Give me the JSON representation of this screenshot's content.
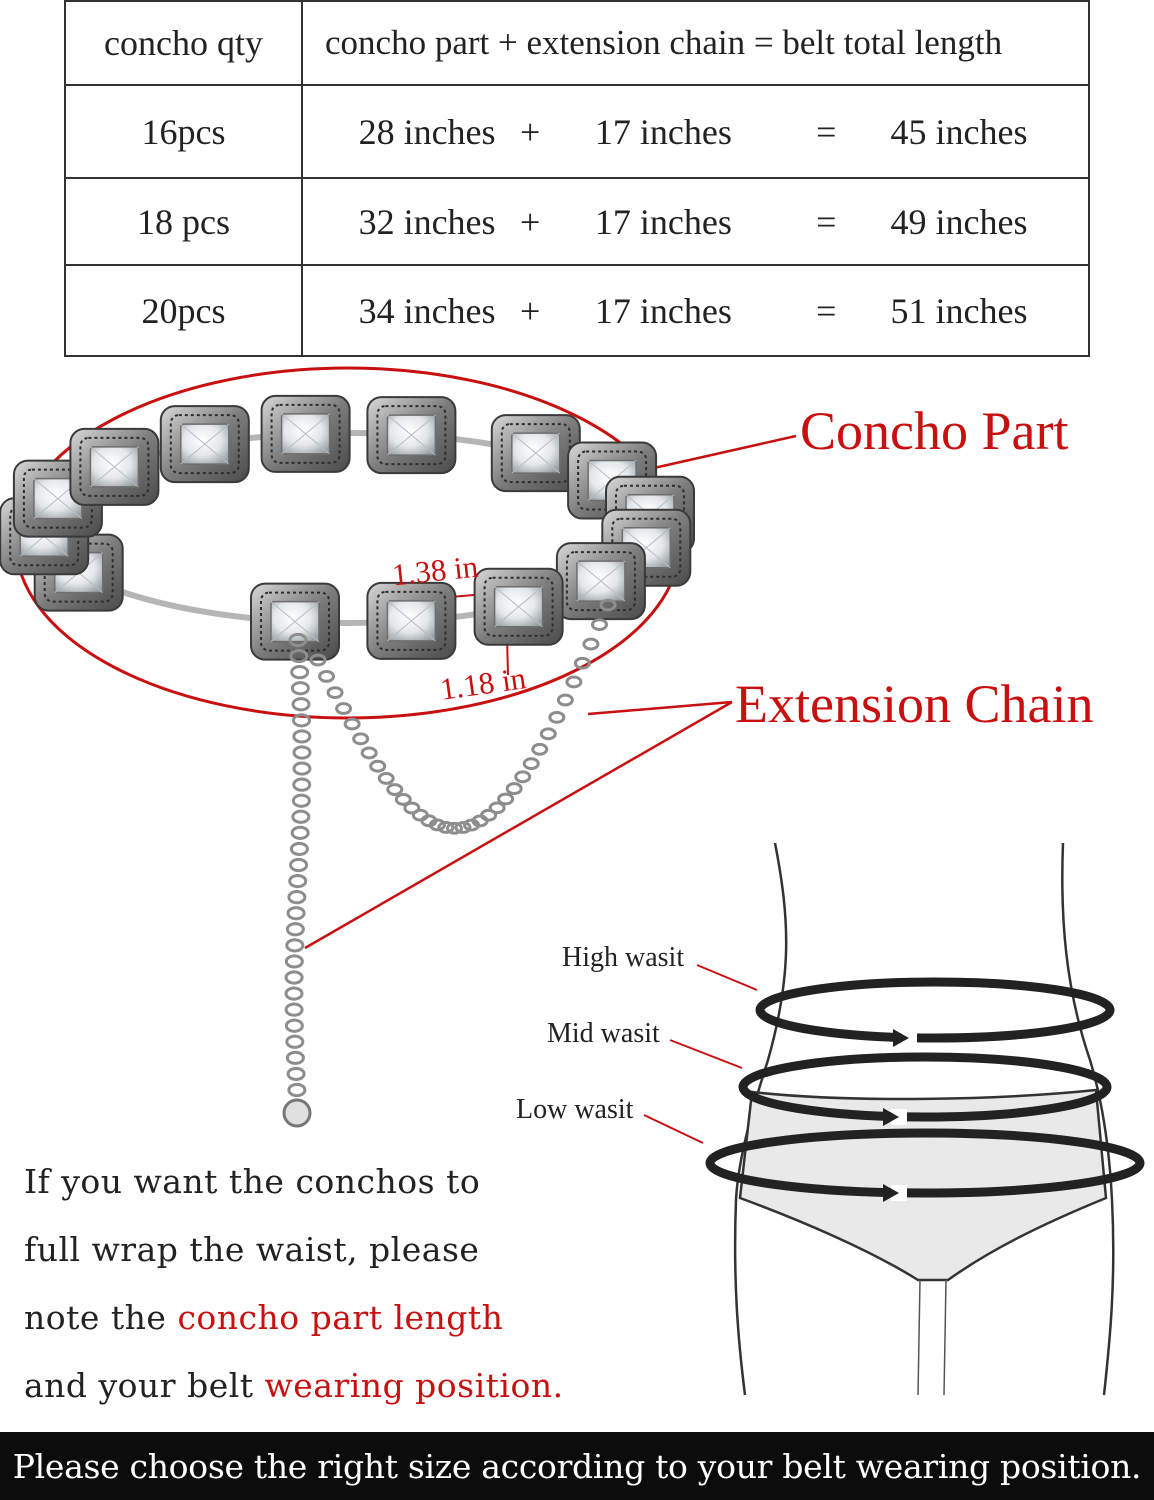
{
  "table": {
    "header": {
      "qty": "concho qty",
      "calc": "concho part  + extension chain = belt total length"
    },
    "rows": [
      {
        "qty": "16pcs",
        "part": "28 inches",
        "plus": "+",
        "chain": "17 inches",
        "eq": "=",
        "total": "45 inches"
      },
      {
        "qty": "18 pcs",
        "part": "32 inches",
        "plus": "+",
        "chain": "17 inches",
        "eq": "=",
        "total": "49 inches"
      },
      {
        "qty": "20pcs",
        "part": "34 inches",
        "plus": "+",
        "chain": "17 inches",
        "eq": "=",
        "total": "51 inches"
      }
    ]
  },
  "labels": {
    "concho_part": "Concho Part",
    "extension_chain": "Extension Chain",
    "width": "1.38 in",
    "height": "1.18 in"
  },
  "positions": {
    "high": "High wasit",
    "mid": "Mid wasit",
    "low": "Low wasit"
  },
  "note": {
    "line1": "If you want the conchos to",
    "line2": "full wrap the waist, please",
    "line3_pre": "note the ",
    "line3_hl": "concho part length",
    "line4_pre": "and your belt ",
    "line4_hl": "wearing position."
  },
  "footer": "Please choose the right size according to your belt wearing position.",
  "colors": {
    "accent": "#c81010",
    "silver": "#8a8a8a",
    "footer_bg": "#0c0c0c"
  },
  "icons": {
    "belt": "concho-belt-illustration",
    "body": "waist-silhouette-illustration"
  }
}
